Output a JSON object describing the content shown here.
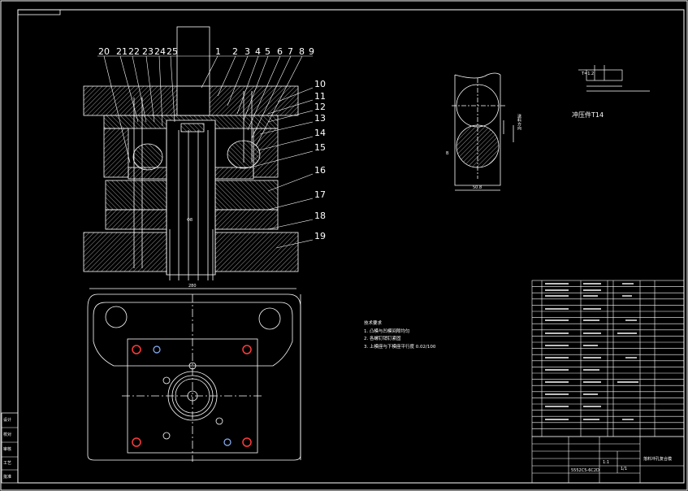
{
  "callouts_top": [
    "20",
    "21",
    "22",
    "23",
    "24",
    "25",
    "1",
    "2",
    "3",
    "4",
    "5",
    "6",
    "7",
    "8",
    "9"
  ],
  "callouts_right": [
    "10",
    "11",
    "12",
    "13",
    "14",
    "15",
    "16",
    "17",
    "18",
    "19"
  ],
  "part_label": "冲压件T14",
  "part_thickness": "T=1.2",
  "detail_label": "送料方向",
  "detail_dims": [
    "50.8"
  ],
  "tech_req": {
    "title": "技术要求",
    "items": [
      "1. 凸模与凹模间隙均匀",
      "2. 各螺钉销钉紧固",
      "3. 上模座与下模座平行度 0.02/100"
    ]
  },
  "title_block": {
    "drawing_name": "落料冲孔复合模",
    "scale": "1:1",
    "sheet": "1/1",
    "dwg_no": "5552C5-6C2D"
  },
  "sidebar_labels": [
    "设计",
    "校对",
    "审核",
    "工艺",
    "批准"
  ],
  "colors": {
    "line": "#ffffff",
    "hatch": "#ffffff",
    "screw": "#ff3b3b",
    "bg": "#000000"
  }
}
